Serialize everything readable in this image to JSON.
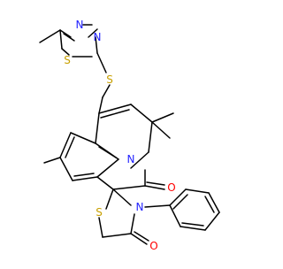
{
  "molecule": {
    "atoms": {
      "n_triazole_1": "N",
      "n_triazole_2": "N",
      "s_thiadiazole": "S",
      "s_thioether": "S",
      "n_pyrrolo": "N",
      "o_lactam": "O",
      "s_thiazolidine": "S",
      "n_thiazolidine": "N",
      "o_thiazolidinone": "O"
    },
    "colors": {
      "nitrogen": "#2222ff",
      "sulfur": "#c8a000",
      "oxygen": "#ff0000",
      "carbon": "#000000"
    }
  }
}
